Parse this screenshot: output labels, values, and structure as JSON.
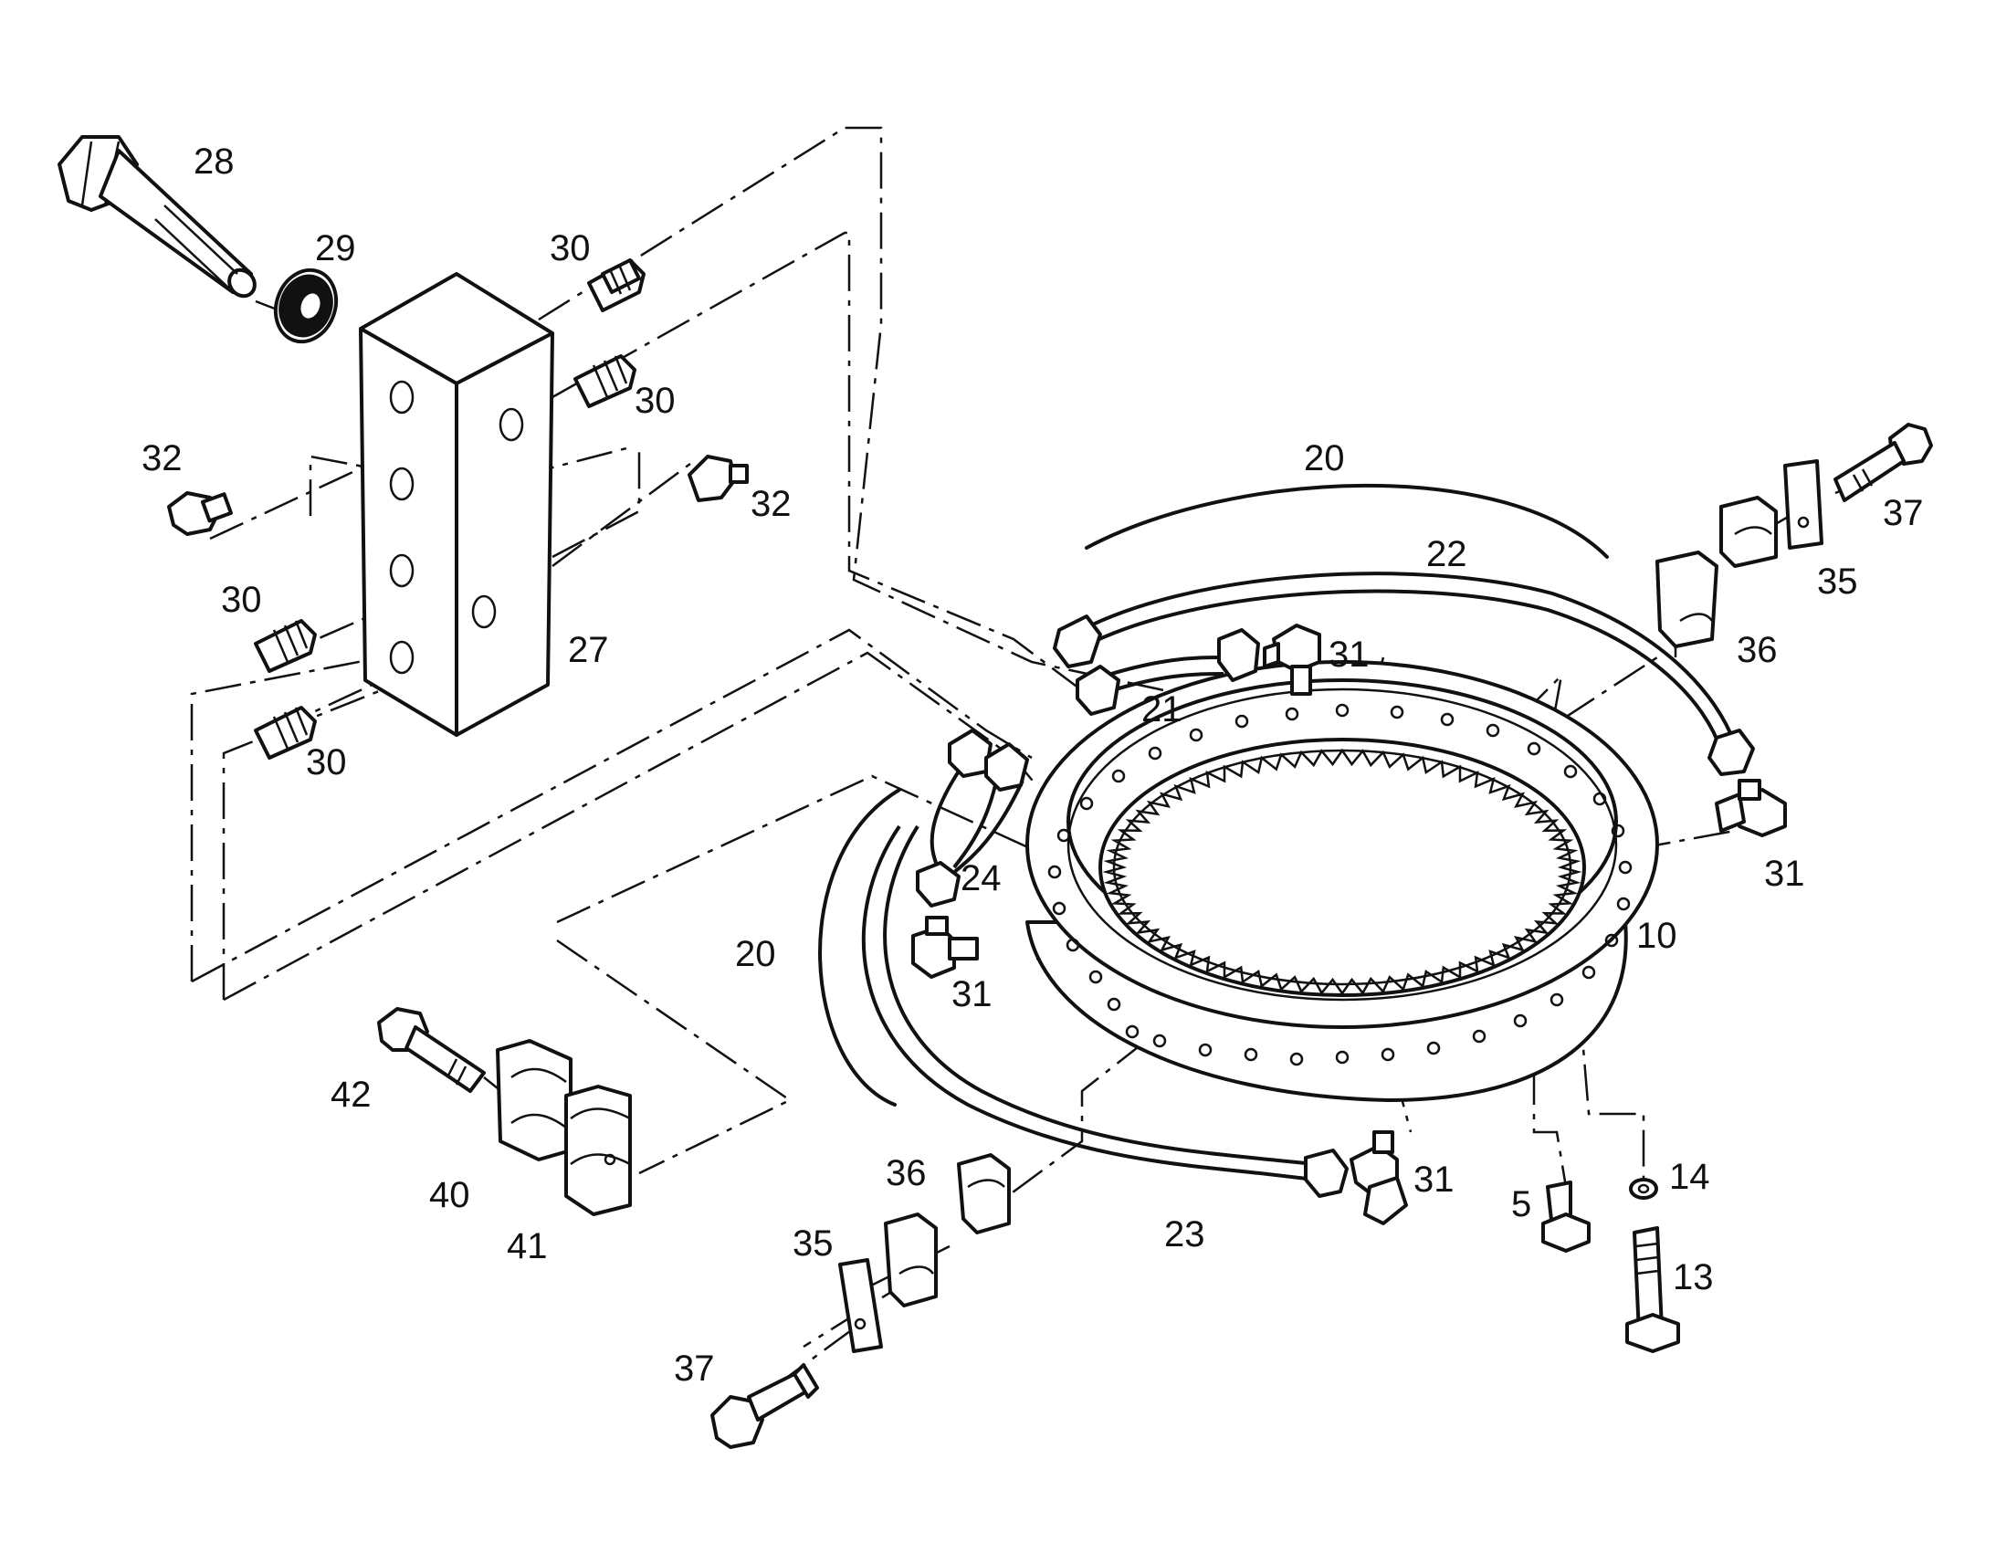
{
  "labels": {
    "l28": "28",
    "l29": "29",
    "l30a": "30",
    "l30b": "30",
    "l30c": "30",
    "l30d": "30",
    "l32a": "32",
    "l32b": "32",
    "l27": "27",
    "l20a": "20",
    "l20b": "20",
    "l22": "22",
    "l21": "21",
    "l31a": "31",
    "l31b": "31",
    "l31c": "31",
    "l31d": "31",
    "l37a": "37",
    "l37b": "37",
    "l35a": "35",
    "l35b": "35",
    "l36a": "36",
    "l36b": "36",
    "l24": "24",
    "l10": "10",
    "l42": "42",
    "l40": "40",
    "l41": "41",
    "l23": "23",
    "l5": "5",
    "l14": "14",
    "l13": "13"
  }
}
